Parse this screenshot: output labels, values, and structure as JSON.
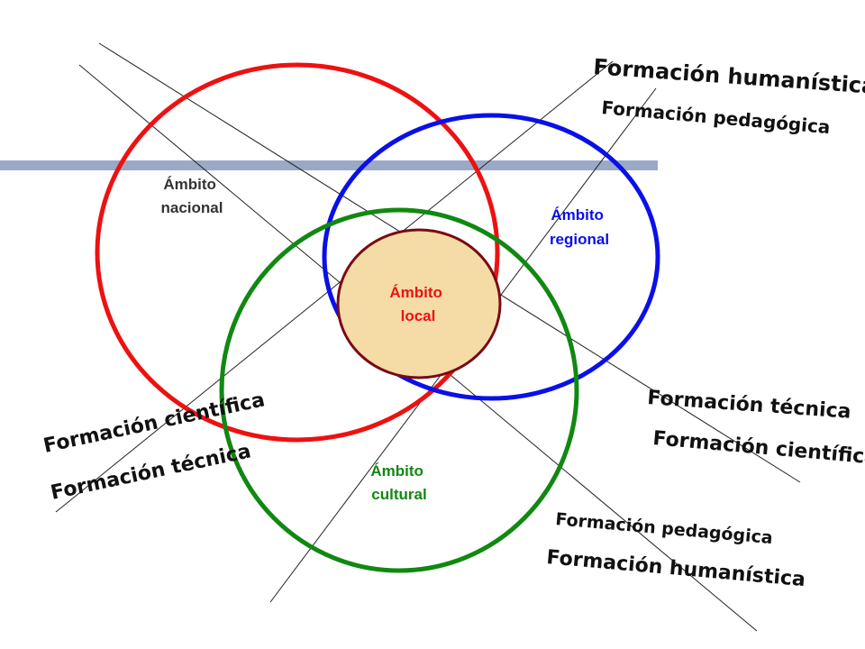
{
  "colors": {
    "nacional": "#ee1111",
    "regional": "#0a10e8",
    "cultural": "#118811",
    "local_fill": "#f5dca6",
    "local_stroke": "#7a0a14",
    "text_dark": "#333333",
    "bar": "#9aaac6"
  },
  "ambitos": {
    "nacional": [
      "Ámbito",
      "nacional"
    ],
    "regional": [
      "Ámbito",
      "regional"
    ],
    "local": [
      "Ámbito",
      "local"
    ],
    "cultural": [
      "Ámbito",
      "cultural"
    ]
  },
  "formaciones": {
    "top_right": [
      "Formación humanística",
      "Formación pedagógica"
    ],
    "mid_right": [
      "Formación técnica",
      "Formación científica"
    ],
    "bottom_right": [
      "Formación pedagógica",
      "Formación humanística"
    ],
    "left": [
      "Formación científica",
      "Formación técnica"
    ]
  }
}
